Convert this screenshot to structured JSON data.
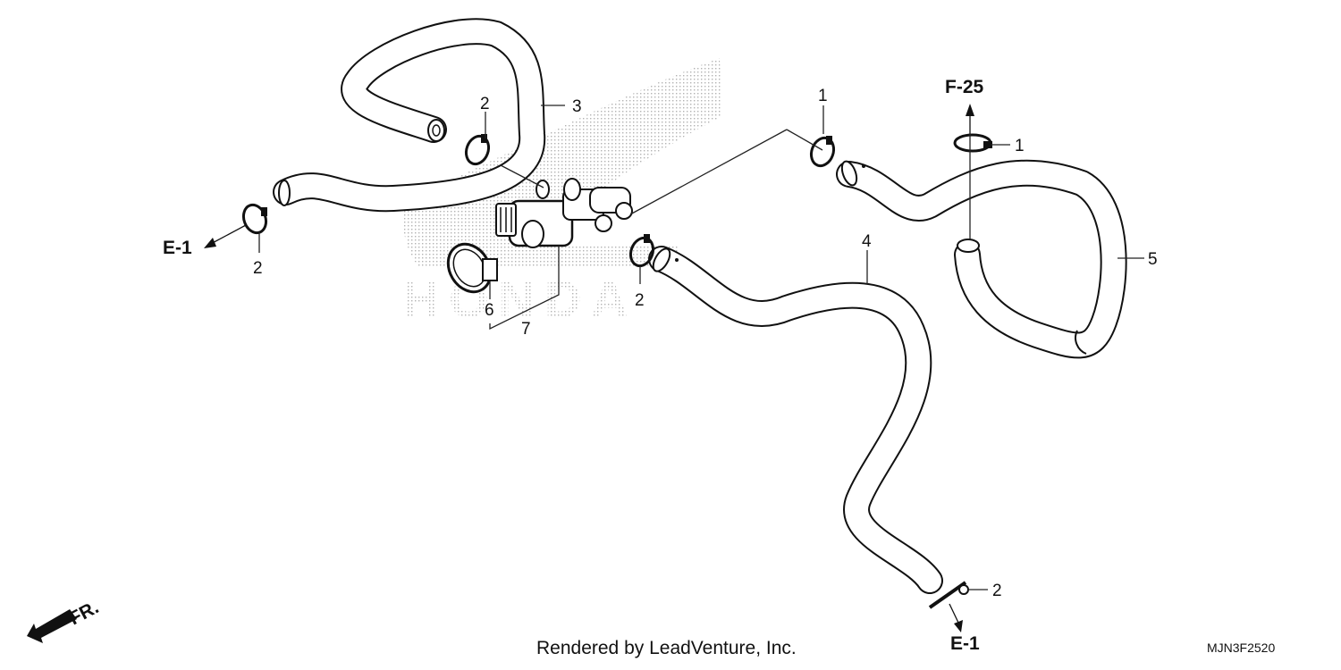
{
  "diagram": {
    "callouts": {
      "c1a": "1",
      "c1b": "1",
      "c2a": "2",
      "c2b": "2",
      "c2c": "2",
      "c2d": "2",
      "c3": "3",
      "c4": "4",
      "c5": "5",
      "c6": "6",
      "c7": "7"
    },
    "refs": {
      "f25": "F-25",
      "e1_left": "E-1",
      "e1_bottom": "E-1"
    },
    "front_label": "FR.",
    "credit": "Rendered by LeadVenture, Inc.",
    "diagram_code": "MJN3F2520",
    "watermark": "HONDA"
  }
}
